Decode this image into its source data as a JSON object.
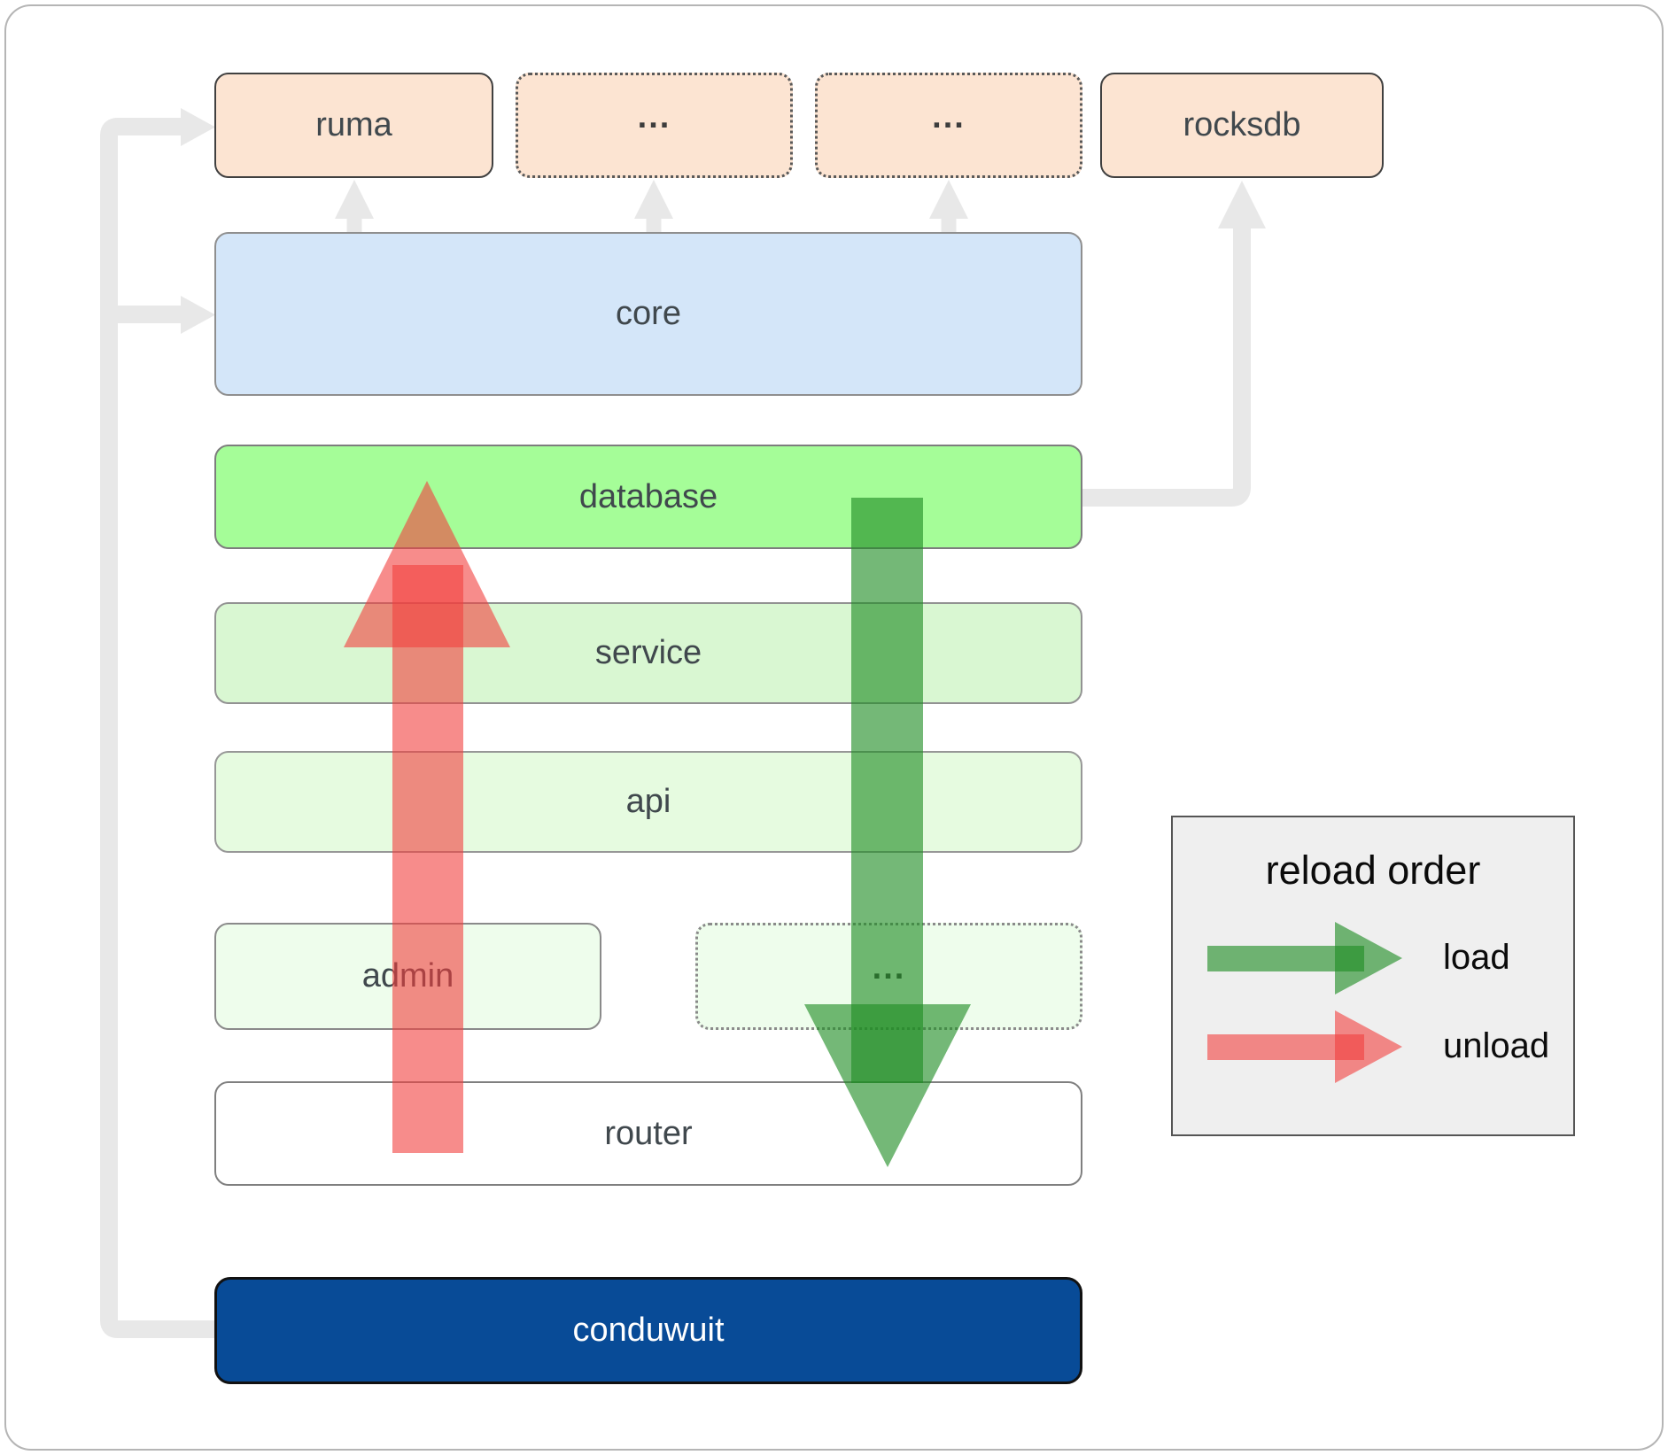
{
  "boxes": {
    "ruma": "ruma",
    "crates_more_1": "...",
    "crates_more_2": "...",
    "rocksdb": "rocksdb",
    "core": "core",
    "database": "database",
    "service": "service",
    "api": "api",
    "admin": "admin",
    "admin_more": "...",
    "router": "router",
    "conduwuit": "conduwuit"
  },
  "legend": {
    "title": "reload order",
    "load_label": "load",
    "unload_label": "unload"
  },
  "colors": {
    "load_arrow": "#1f8c24",
    "unload_arrow": "#f2403d",
    "connector_gray": "#e8e8e8",
    "box_peach": "#fce4d2",
    "box_blue": "#d4e6f9",
    "box_green_bright": "#a5fd98",
    "box_green_light": "#d9f7d2",
    "box_green_lighter": "#e6fbe0",
    "box_green_faint": "#eefdec",
    "box_white": "#ffffff",
    "box_navy": "#084b97",
    "legend_bg": "#efefef"
  }
}
